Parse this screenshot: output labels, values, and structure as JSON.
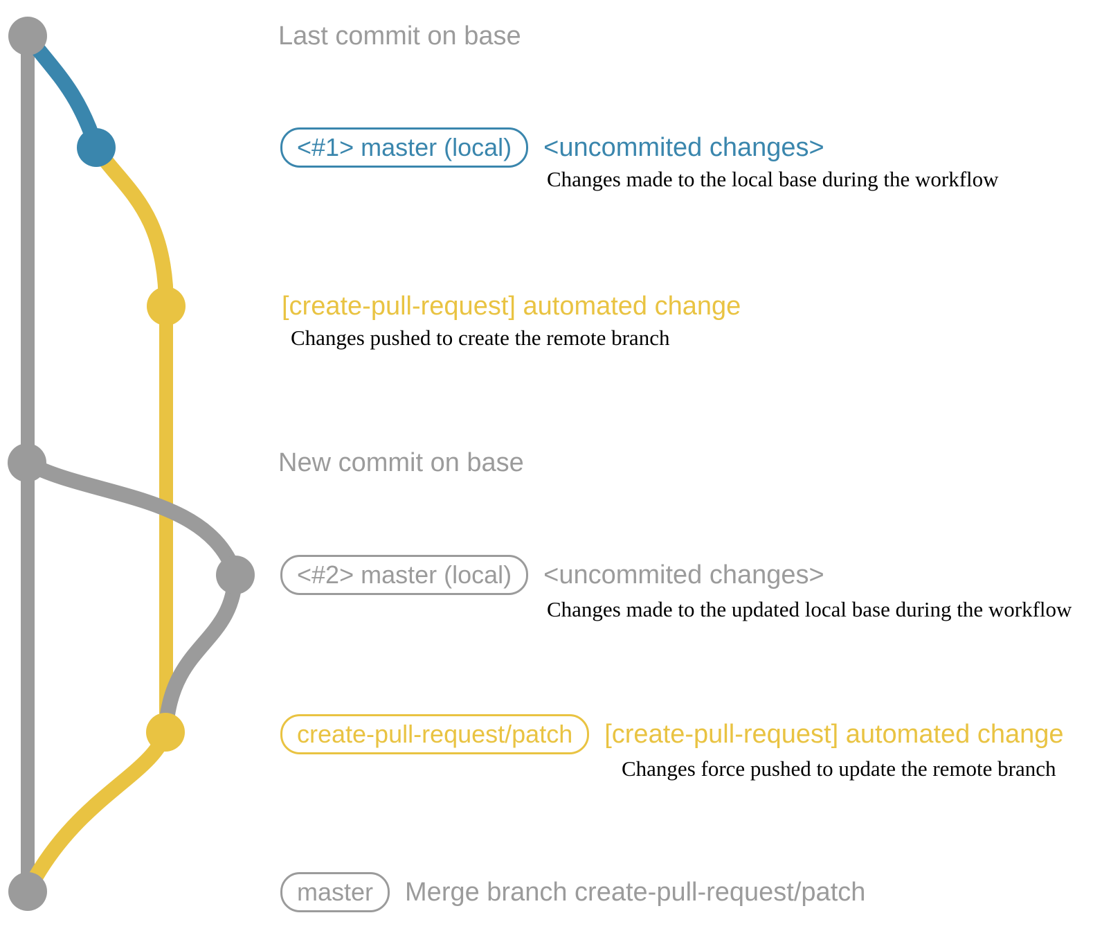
{
  "colors": {
    "gray": "#9b9b9b",
    "blue": "#3a86ad",
    "yellow": "#e9c342",
    "description": "#000000",
    "background": "#ffffff"
  },
  "rows": {
    "last_commit": {
      "message": "Last commit on base"
    },
    "local_commit_1": {
      "label": "<#1> master (local)",
      "message": "<uncommited changes>",
      "description": "Changes made to the local base during the workflow"
    },
    "patch_push_1": {
      "message": "[create-pull-request] automated change",
      "description": "Changes pushed to create the remote branch"
    },
    "new_commit": {
      "message": "New commit on base"
    },
    "local_commit_2": {
      "label": "<#2> master (local)",
      "message": "<uncommited changes>",
      "description": "Changes made to the updated local base during the workflow"
    },
    "patch_push_2": {
      "label": "create-pull-request/patch",
      "message": "[create-pull-request] automated change",
      "description": "Changes force pushed to update the remote branch"
    },
    "merge_commit": {
      "label": "master",
      "message": "Merge branch create-pull-request/patch"
    }
  }
}
